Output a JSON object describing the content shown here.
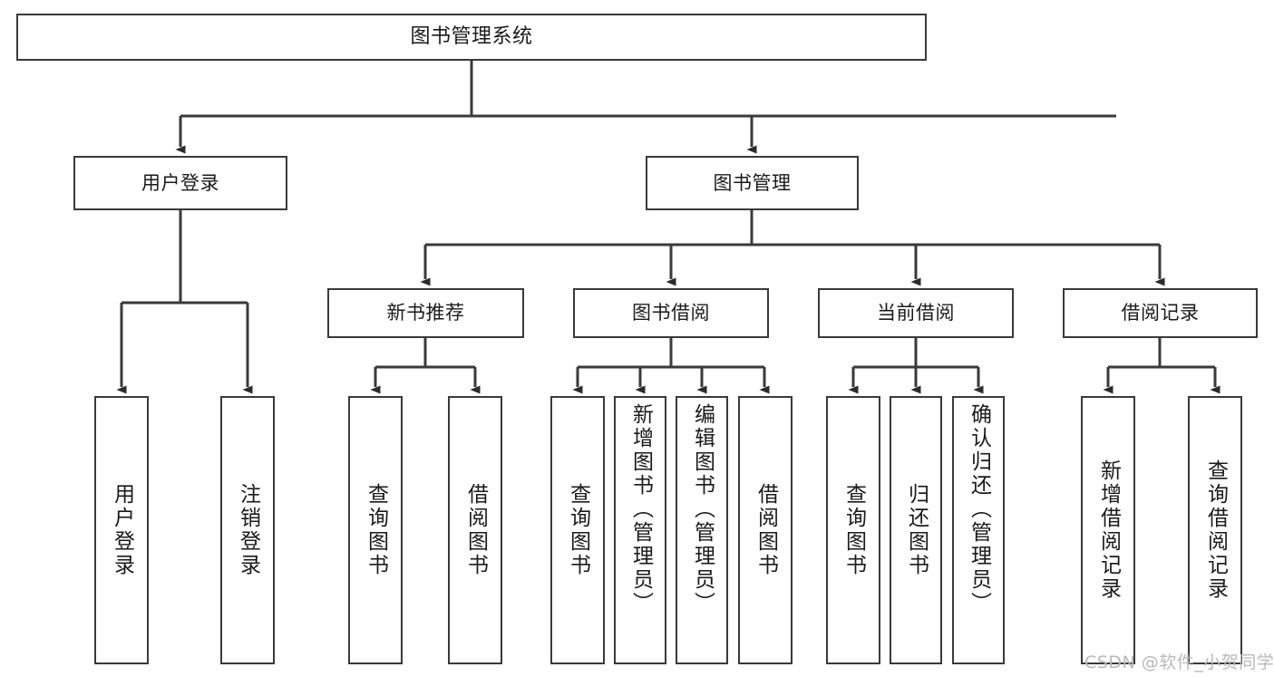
{
  "diagram": {
    "title": "图书管理系统",
    "type": "hierarchy-tree",
    "background_color": "#ffffff",
    "line_color": "#3a3a3a",
    "box_border_color": "#3a3a3a",
    "text_color": "#1a1a1a"
  },
  "nodes": {
    "root": {
      "label": "图书管理系统"
    },
    "level2": [
      {
        "label": "用户登录"
      },
      {
        "label": "图书管理"
      }
    ],
    "level3": [
      {
        "label": "新书推荐"
      },
      {
        "label": "图书借阅"
      },
      {
        "label": "当前借阅"
      },
      {
        "label": "借阅记录"
      }
    ],
    "leaves": {
      "user_login": [
        {
          "label": "用户登录"
        },
        {
          "label": "注销登录"
        }
      ],
      "new_book_recommend": [
        {
          "label": "查询图书"
        },
        {
          "label": "借阅图书"
        }
      ],
      "book_borrow": [
        {
          "label": "查询图书"
        },
        {
          "label": "新增图书（管理员）"
        },
        {
          "label": "编辑图书（管理员）"
        },
        {
          "label": "借阅图书"
        }
      ],
      "current_borrow": [
        {
          "label": "查询图书"
        },
        {
          "label": "归还图书"
        },
        {
          "label": "确认归还（管理员）"
        }
      ],
      "borrow_records": [
        {
          "label": "新增借阅记录"
        },
        {
          "label": "查询借阅记录"
        }
      ]
    }
  },
  "watermark": {
    "text": "CSDN @软件_小贺同学"
  }
}
